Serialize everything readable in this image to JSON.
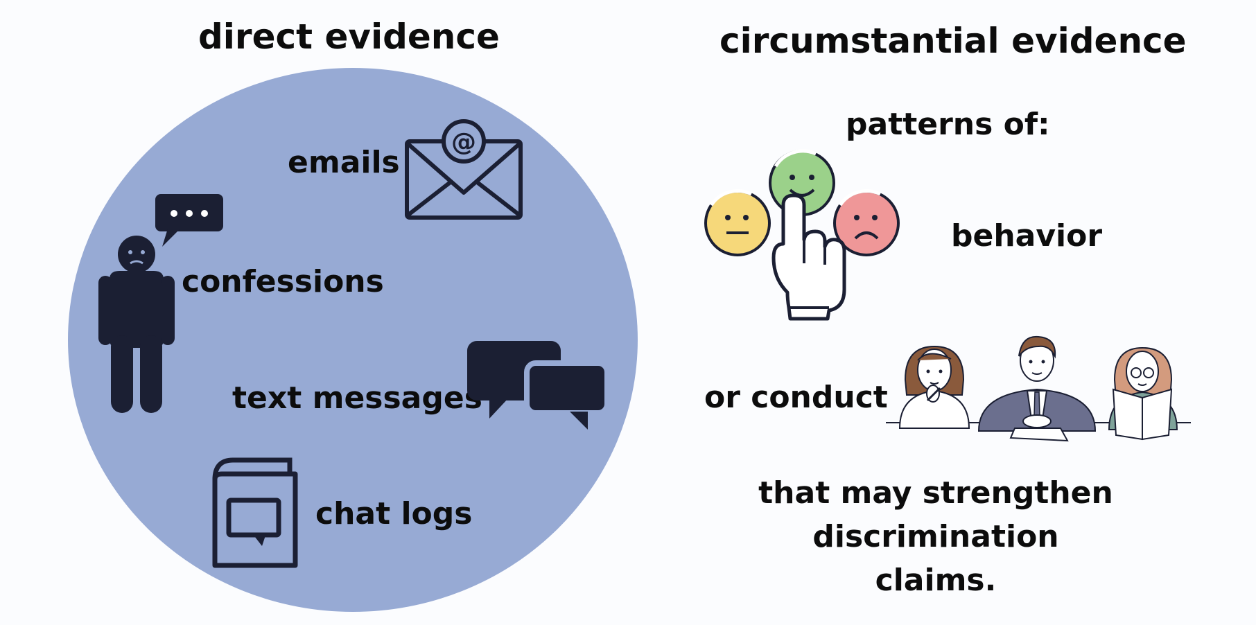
{
  "colors": {
    "circle": "#97aad4",
    "ink": "#1b1f33",
    "face_yellow": "#f6d87a",
    "face_green": "#9bd18a",
    "face_red": "#ef9798",
    "suit": "#6b6f8e",
    "sweater": "#7fa39a",
    "hair": "#8a5a3c"
  },
  "left": {
    "heading": "direct evidence",
    "items": {
      "emails": "emails",
      "confessions": "confessions",
      "text_messages": "text messages",
      "chat_logs": "chat logs"
    },
    "icons": {
      "emails": "envelope-at-icon",
      "confessions": "person-speech-icon",
      "text_messages": "chat-bubbles-icon",
      "chat_logs": "chat-log-book-icon"
    }
  },
  "right": {
    "heading": "circumstantial evidence",
    "patterns": "patterns of:",
    "behavior": "behavior",
    "conduct": "or conduct",
    "closing_lines": [
      "that may strengthen",
      "discrimination",
      "claims."
    ],
    "icons": {
      "behavior": "emoji-feedback-hand-icon",
      "conduct": "interview-panel-icon"
    }
  }
}
